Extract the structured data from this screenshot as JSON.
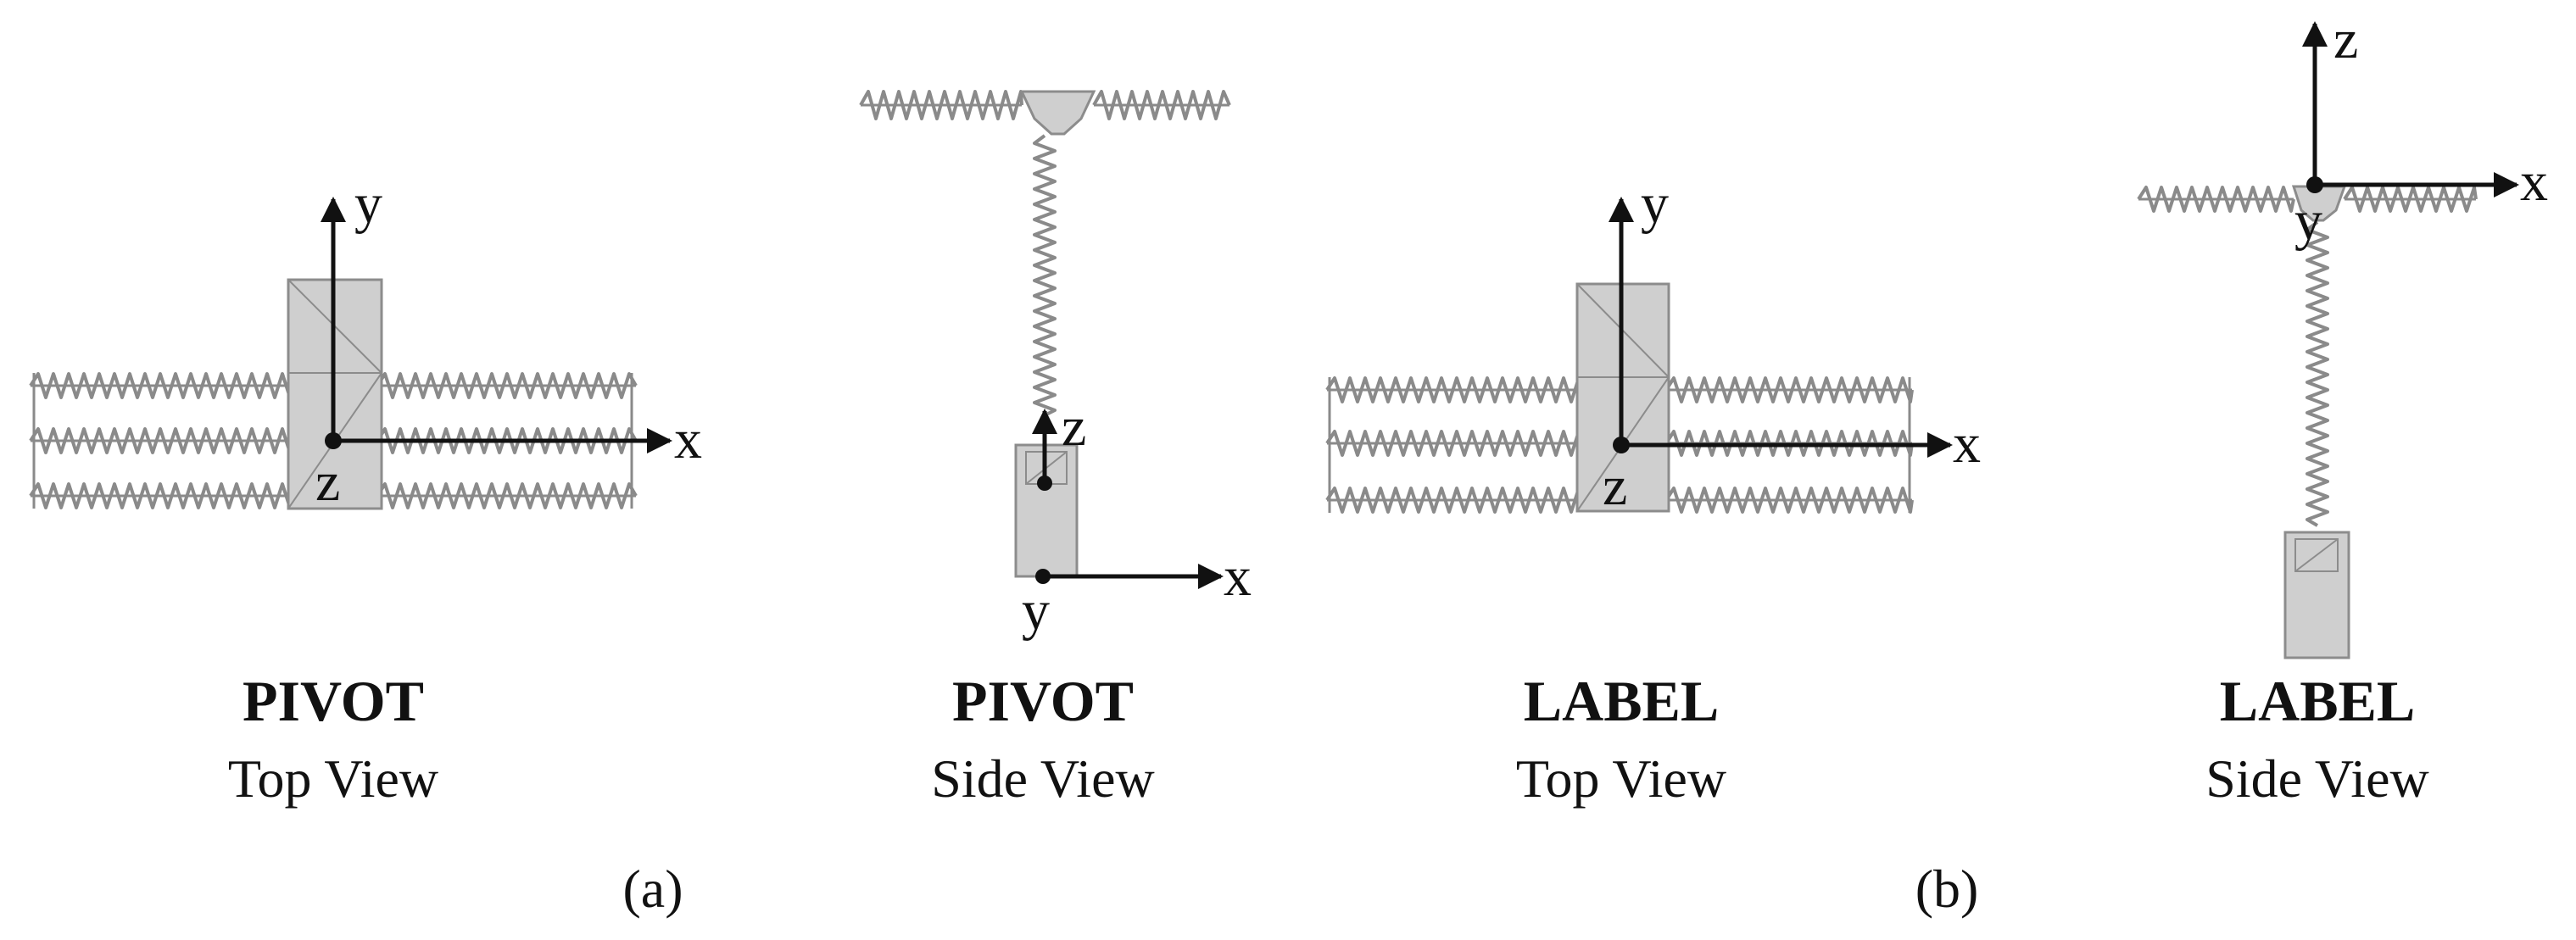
{
  "figure": {
    "views": [
      {
        "id": "pivot-top",
        "title": "PIVOT",
        "subtitle": "Top View",
        "axes": {
          "horizontal": "x",
          "vertical": "y",
          "out_of_plane": "z"
        }
      },
      {
        "id": "pivot-side",
        "title": "PIVOT",
        "subtitle": "Side View",
        "axes": {
          "horizontal": "x",
          "vertical": "z",
          "out_of_plane": "y"
        }
      },
      {
        "id": "label-top",
        "title": "LABEL",
        "subtitle": "Top View",
        "axes": {
          "horizontal": "x",
          "vertical": "y",
          "out_of_plane": "z"
        }
      },
      {
        "id": "label-side",
        "title": "LABEL",
        "subtitle": "Side View",
        "axes": {
          "horizontal": "x",
          "vertical": "z",
          "out_of_plane": "y"
        }
      }
    ],
    "panels": [
      "(a)",
      "(b)"
    ],
    "colors": {
      "structure": "#cfcfcf",
      "outline": "#8a8a8a",
      "ink": "#111111"
    }
  }
}
